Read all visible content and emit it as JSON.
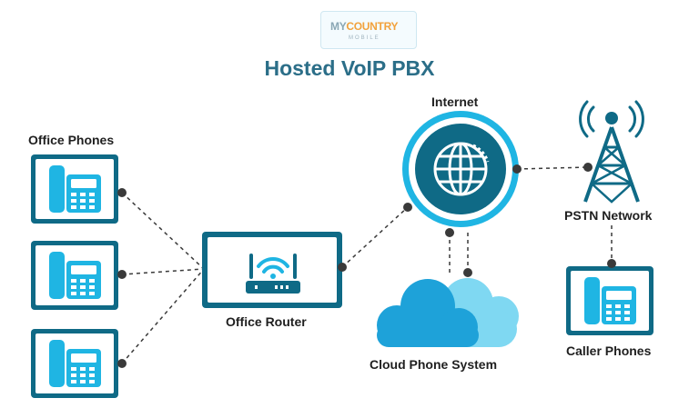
{
  "logo": {
    "line1_my": "MY",
    "line1_country": "COUNTRY",
    "line2": "MOBILE"
  },
  "title": "Hosted VoIP PBX",
  "labels": {
    "office_phones": "Office Phones",
    "office_router": "Office Router",
    "internet": "Internet",
    "cloud_phone_system": "Cloud Phone System",
    "pstn_network": "PSTN Network",
    "caller_phones": "Caller Phones"
  },
  "colors": {
    "primary": "#0f6a86",
    "light_blue": "#1fb5e3",
    "cloud_dark": "#1ea2d9",
    "cloud_light": "#7fd8f2",
    "connector": "#3a3a3a",
    "title": "#2b6e88"
  },
  "icons": [
    "desk-phone-icon",
    "wifi-router-icon",
    "globe-icon",
    "cloud-icon",
    "cell-tower-icon"
  ]
}
